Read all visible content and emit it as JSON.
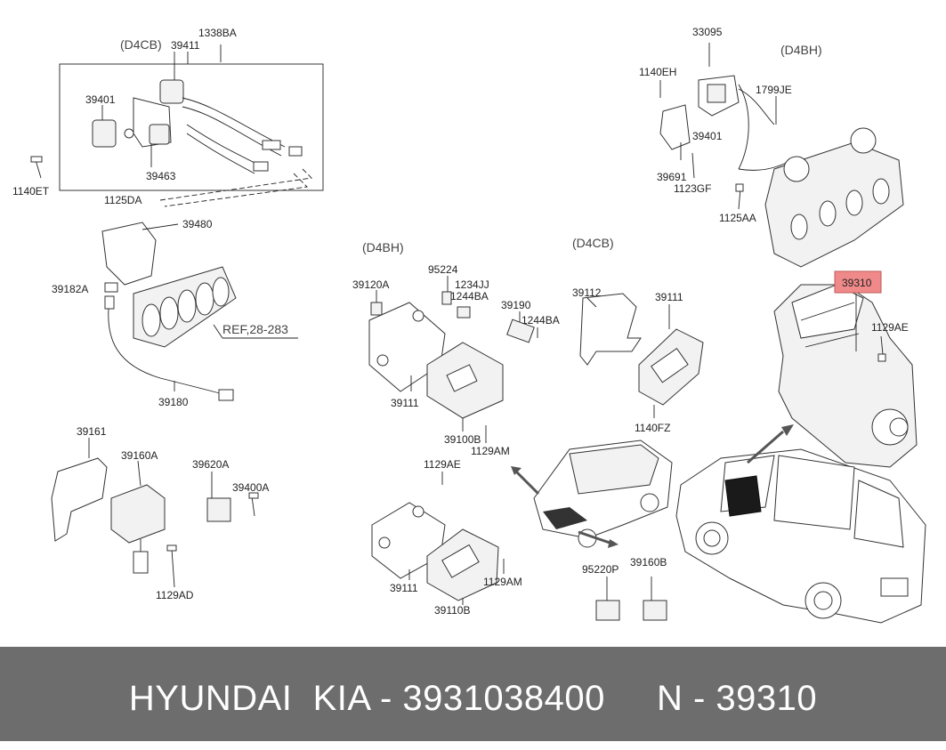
{
  "groups": [
    "(D4CB)",
    "(D4BH)",
    "(D4BH)",
    "(D4CB)"
  ],
  "labels": [
    "1338BA",
    "39411",
    "39401",
    "39463",
    "1140ET",
    "1125DA",
    "39480",
    "39182A",
    "REF,28-283",
    "39180",
    "33095",
    "1140EH",
    "1799JE",
    "39401",
    "39691",
    "1123GF",
    "1125AA",
    "39120A",
    "95224",
    "1234JJ",
    "1244BA",
    "39111",
    "39100B",
    "1129AM",
    "39190",
    "1244BA",
    "39112",
    "39111",
    "1140FZ",
    "39310",
    "1129AE",
    "39161",
    "39160A",
    "39620A",
    "39400A",
    "1129AD",
    "1129AE",
    "39111",
    "39110B",
    "1129AM",
    "95220P",
    "39160B"
  ],
  "highlight": {
    "label": "39310",
    "color": "#f08a8a"
  },
  "footer": {
    "text": "HYUNDAI  KIA - 3931038400     N - 39310"
  },
  "colors": {
    "footer_bg": "#6d6d6d",
    "footer_text": "#ffffff"
  }
}
